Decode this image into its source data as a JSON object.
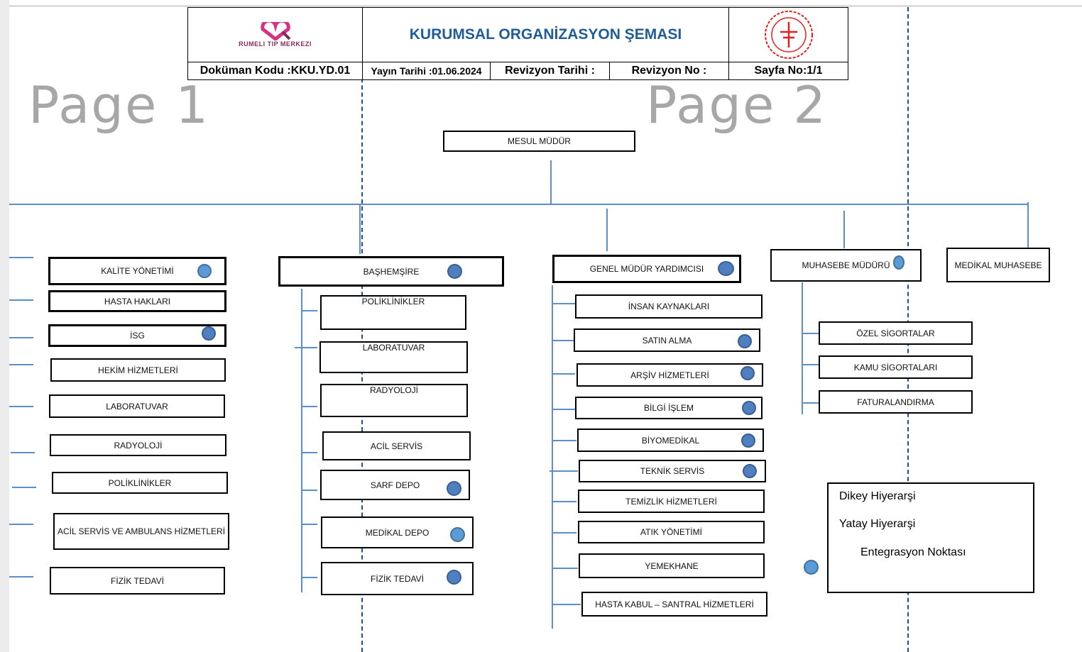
{
  "header": {
    "logo_text": "RUMELI TIP MERKEZI",
    "title": "KURUMSAL ORGANİZASYON ŞEMASI",
    "doc_code": "Doküman Kodu :KKU.YD.01",
    "publish_date": "Yayın Tarihi :01.06.2024",
    "revision_date": "Revizyon Tarihi :",
    "revision_no": "Revizyon No :",
    "page": "Sayfa No:1/1",
    "title_color": "#1f5c99"
  },
  "watermarks": [
    "Page 1",
    "Page 2"
  ],
  "top": {
    "manager": "MESUL MÜDÜR"
  },
  "col1": [
    "KALİTE YÖNETİMİ",
    "HASTA HAKLARI",
    "İSG",
    "HEKİM HİZMETLERİ",
    "LABORATUVAR",
    "RADYOLOJİ",
    "POLİKLİNİKLER",
    "ACİL SERVİS VE AMBULANS HİZMETLERİ",
    "FİZİK TEDAVİ"
  ],
  "col2": {
    "head": "BAŞHEMŞİRE",
    "items": [
      "POLİKLİNİKLER",
      "LABORATUVAR",
      "RADYOLOJİ",
      "ACİL SERVİS",
      "SARF DEPO",
      "MEDİKAL DEPO",
      "FİZİK TEDAVİ"
    ]
  },
  "col3": {
    "head": "GENEL MÜDÜR YARDIMCISI",
    "items": [
      "İNSAN KAYNAKLARI",
      "SATIN ALMA",
      "ARŞİV HİZMETLERİ",
      "BİLGİ İŞLEM",
      "BİYOMEDİKAL",
      "TEKNİK SERVİS",
      "TEMİZLİK HİZMETLERİ",
      "ATIK YÖNETİMİ",
      "YEMEKHANE",
      "HASTA KABUL – SANTRAL HİZMETLERİ"
    ]
  },
  "col4": {
    "head": "MUHASEBE MÜDÜRÜ",
    "side": "MEDİKAL MUHASEBE",
    "items": [
      "ÖZEL SİGORTALAR",
      "KAMU SİGORTALARI",
      "FATURALANDIRMA"
    ]
  },
  "legend": {
    "vertical": "Dikey Hiyerarşi",
    "horizontal": "Yatay Hiyerarşi",
    "integration": "Entegrasyon Noktası"
  },
  "colors": {
    "connector": "#5b8fc9",
    "dashed": "#1f4e9c",
    "dot": "#4f7fbf"
  }
}
